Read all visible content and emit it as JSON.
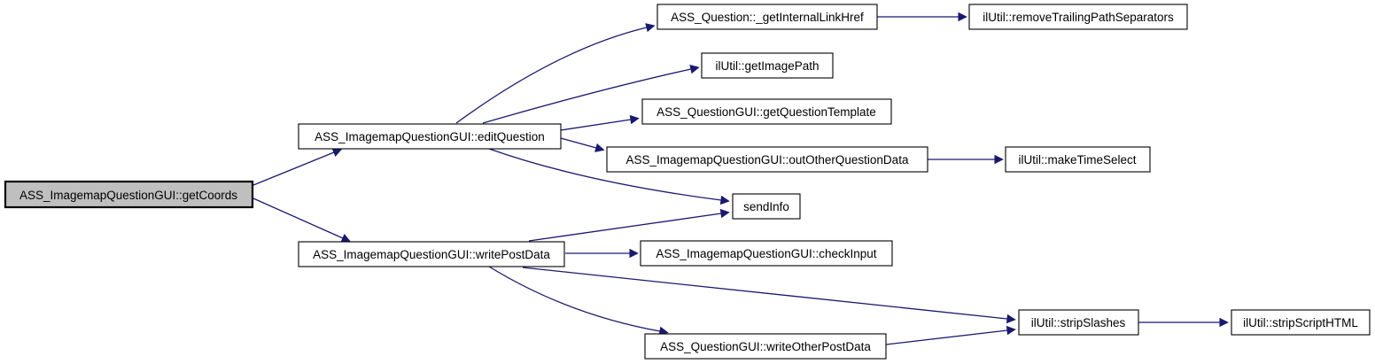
{
  "diagram": {
    "type": "call-graph",
    "background_color": "#ffffff",
    "edge_color": "#191970",
    "node_fill_color": "#ffffff",
    "node_border_color": "#000000",
    "highlight_fill_color": "#bfbfbf",
    "text_color": "#000000",
    "nodes": [
      {
        "id": "getCoords",
        "label": "ASS_ImagemapQuestionGUI::getCoords",
        "highlighted": true
      },
      {
        "id": "editQuestion",
        "label": "ASS_ImagemapQuestionGUI::editQuestion",
        "highlighted": false
      },
      {
        "id": "writePostData",
        "label": "ASS_ImagemapQuestionGUI::writePostData",
        "highlighted": false
      },
      {
        "id": "getInternalLinkHref",
        "label": "ASS_Question::_getInternalLinkHref",
        "highlighted": false
      },
      {
        "id": "removeTrailingPathSeparators",
        "label": "ilUtil::removeTrailingPathSeparators",
        "highlighted": false
      },
      {
        "id": "getImagePath",
        "label": "ilUtil::getImagePath",
        "highlighted": false
      },
      {
        "id": "getQuestionTemplate",
        "label": "ASS_QuestionGUI::getQuestionTemplate",
        "highlighted": false
      },
      {
        "id": "outOtherQuestionData",
        "label": "ASS_ImagemapQuestionGUI::outOtherQuestionData",
        "highlighted": false
      },
      {
        "id": "makeTimeSelect",
        "label": "ilUtil::makeTimeSelect",
        "highlighted": false
      },
      {
        "id": "sendInfo",
        "label": "sendInfo",
        "highlighted": false
      },
      {
        "id": "checkInput",
        "label": "ASS_ImagemapQuestionGUI::checkInput",
        "highlighted": false
      },
      {
        "id": "stripSlashes",
        "label": "ilUtil::stripSlashes",
        "highlighted": false
      },
      {
        "id": "stripScriptHTML",
        "label": "ilUtil::stripScriptHTML",
        "highlighted": false
      },
      {
        "id": "writeOtherPostData",
        "label": "ASS_QuestionGUI::writeOtherPostData",
        "highlighted": false
      }
    ],
    "edges": [
      {
        "from": "getCoords",
        "to": "editQuestion"
      },
      {
        "from": "getCoords",
        "to": "writePostData"
      },
      {
        "from": "editQuestion",
        "to": "getInternalLinkHref"
      },
      {
        "from": "editQuestion",
        "to": "getImagePath"
      },
      {
        "from": "editQuestion",
        "to": "getQuestionTemplate"
      },
      {
        "from": "editQuestion",
        "to": "outOtherQuestionData"
      },
      {
        "from": "editQuestion",
        "to": "sendInfo"
      },
      {
        "from": "writePostData",
        "to": "sendInfo"
      },
      {
        "from": "writePostData",
        "to": "checkInput"
      },
      {
        "from": "writePostData",
        "to": "stripSlashes"
      },
      {
        "from": "writePostData",
        "to": "writeOtherPostData"
      },
      {
        "from": "getInternalLinkHref",
        "to": "removeTrailingPathSeparators"
      },
      {
        "from": "outOtherQuestionData",
        "to": "makeTimeSelect"
      },
      {
        "from": "writeOtherPostData",
        "to": "stripSlashes"
      },
      {
        "from": "stripSlashes",
        "to": "stripScriptHTML"
      }
    ]
  }
}
